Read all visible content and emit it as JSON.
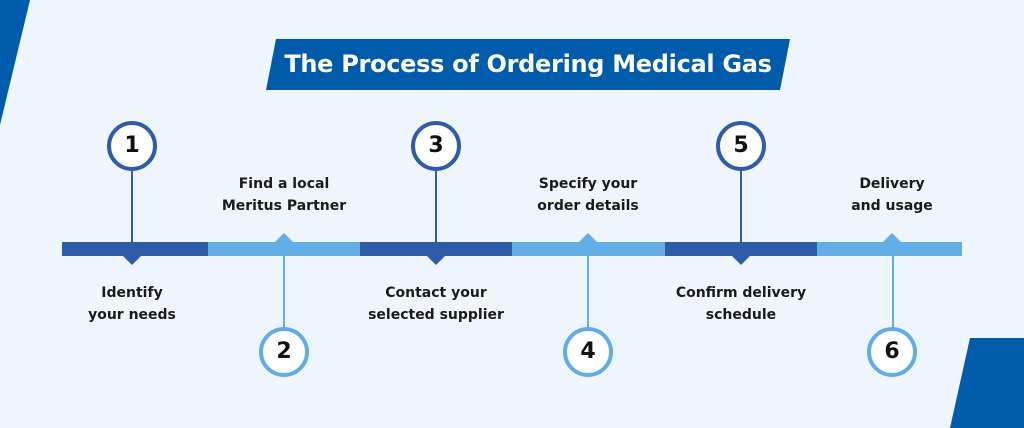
{
  "title": "The Process of Ordering Medical Gas",
  "colors": {
    "background": "#eef5fd",
    "brand_blue": "#005bab",
    "dark_segment": "#2f5ca8",
    "light_segment": "#62ade6",
    "text": "#1a1a1a"
  },
  "steps": [
    {
      "number": "1",
      "line1": "Identify",
      "line2": "your needs"
    },
    {
      "number": "2",
      "line1": "Find a local",
      "line2": "Meritus Partner"
    },
    {
      "number": "3",
      "line1": "Contact your",
      "line2": "selected supplier"
    },
    {
      "number": "4",
      "line1": "Specify your",
      "line2": "order details"
    },
    {
      "number": "5",
      "line1": "Confirm delivery",
      "line2": "schedule"
    },
    {
      "number": "6",
      "line1": "Delivery",
      "line2": "and usage"
    }
  ]
}
